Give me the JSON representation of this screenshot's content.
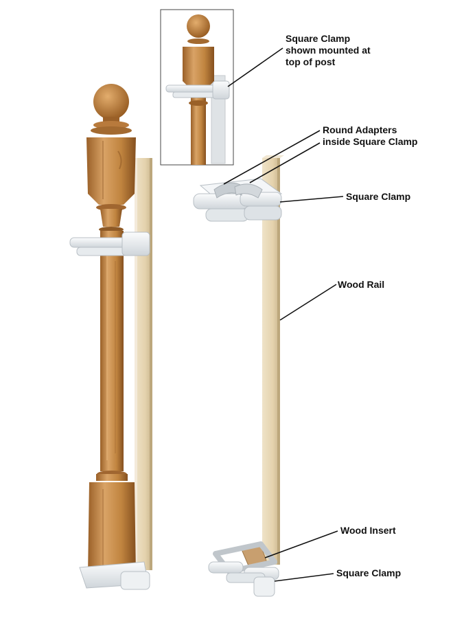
{
  "callouts": {
    "top_clamp": [
      "Square Clamp",
      "shown mounted at",
      "top of post"
    ],
    "round_adapters": [
      "Round Adapters",
      "inside Square Clamp"
    ],
    "square_clamp_upper": "Square Clamp",
    "wood_rail": "Wood Rail",
    "wood_insert": "Wood Insert",
    "square_clamp_lower": "Square Clamp"
  },
  "icons": {
    "post": "wooden-newel-post-icon",
    "rail": "wood-rail-icon",
    "clamp": "square-clamp-icon",
    "adapters": "round-adapters-icon",
    "insert": "wood-insert-icon"
  },
  "colors": {
    "oak_light": "#d39a5a",
    "oak_mid": "#b87a3c",
    "oak_dark": "#8a5424",
    "rail_light": "#eadcbf",
    "rail_dark": "#cdb892",
    "clamp_white": "#f1f4f6",
    "clamp_shadow": "#c9ced3",
    "line": "#111111"
  }
}
